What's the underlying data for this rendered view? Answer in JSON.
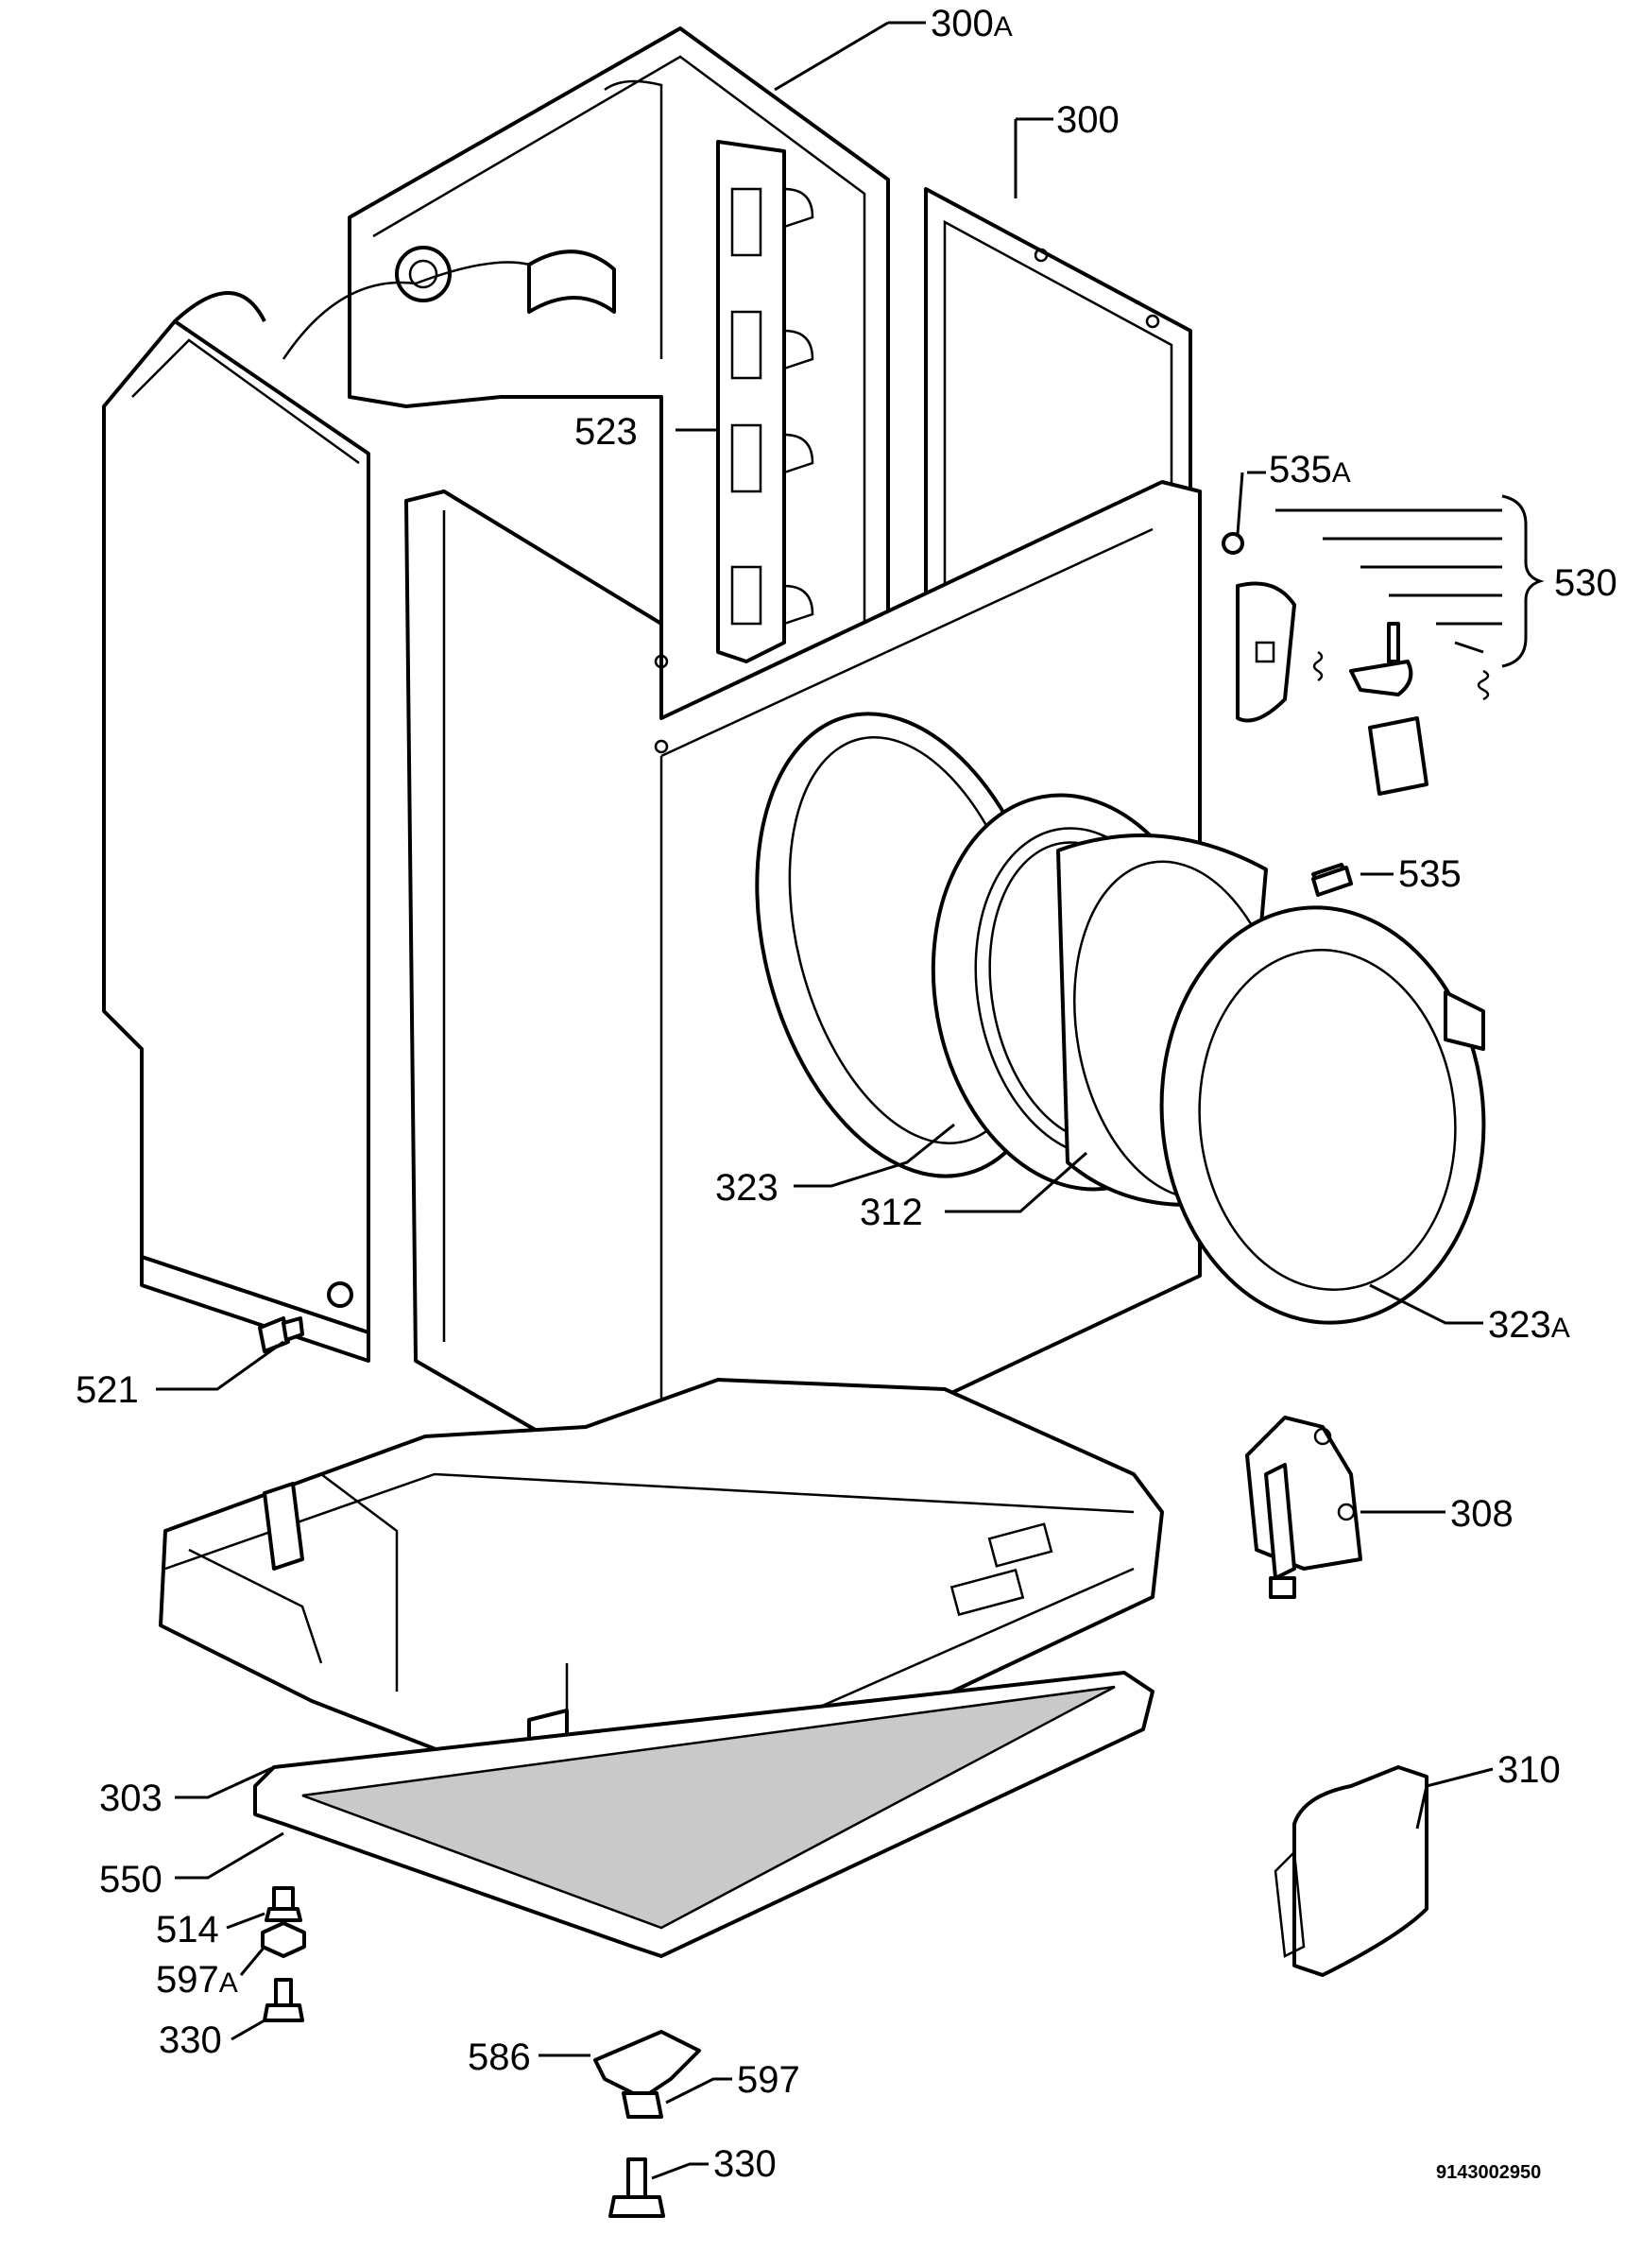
{
  "callouts": [
    {
      "main": "300",
      "suffix": "A"
    },
    {
      "main": "300",
      "suffix": ""
    },
    {
      "main": "523",
      "suffix": ""
    },
    {
      "main": "535",
      "suffix": "A"
    },
    {
      "main": "530",
      "suffix": ""
    },
    {
      "main": "535",
      "suffix": ""
    },
    {
      "main": "323",
      "suffix": ""
    },
    {
      "main": "312",
      "suffix": ""
    },
    {
      "main": "323",
      "suffix": "A"
    },
    {
      "main": "521",
      "suffix": ""
    },
    {
      "main": "308",
      "suffix": ""
    },
    {
      "main": "303",
      "suffix": ""
    },
    {
      "main": "310",
      "suffix": ""
    },
    {
      "main": "550",
      "suffix": ""
    },
    {
      "main": "514",
      "suffix": ""
    },
    {
      "main": "597",
      "suffix": "A"
    },
    {
      "main": "330",
      "suffix": ""
    },
    {
      "main": "586",
      "suffix": ""
    },
    {
      "main": "597",
      "suffix": ""
    },
    {
      "main": "330",
      "suffix": ""
    }
  ],
  "drawing_number": "9143002950"
}
